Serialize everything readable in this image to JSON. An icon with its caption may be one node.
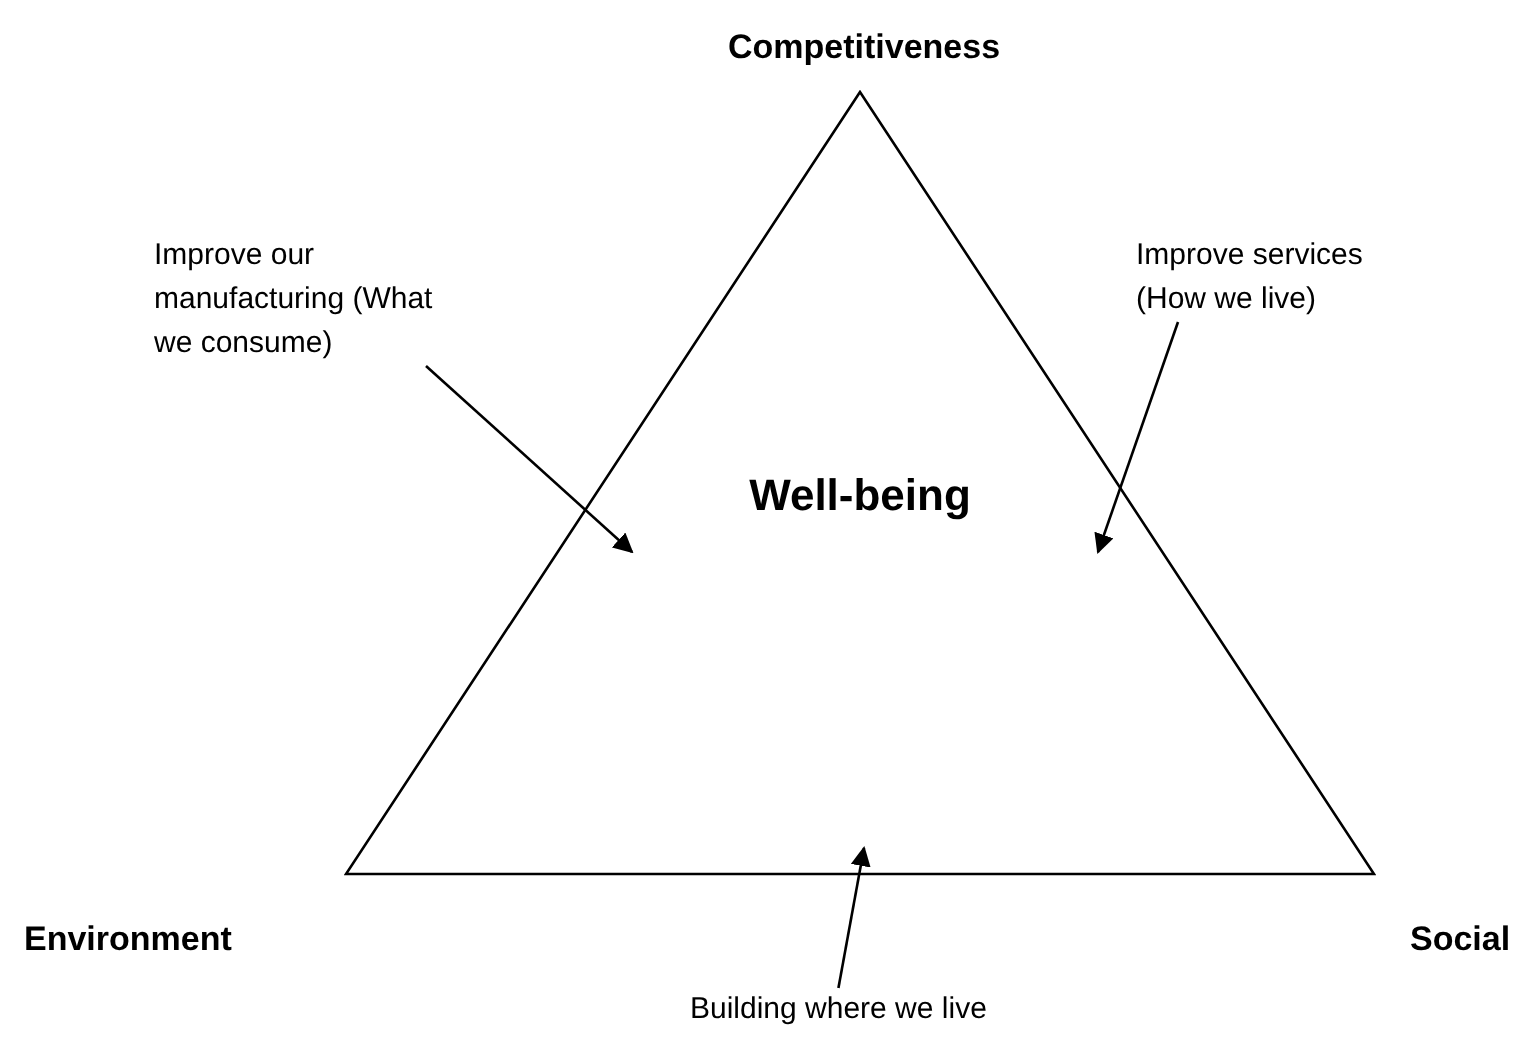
{
  "diagram": {
    "nodes": [
      {
        "text": [
          "Well-being"
        ]
      },
      {
        "text": [
          "Improve our manufacturing (What we consume)"
        ]
      },
      {
        "text": [
          "Improve services (How we live)"
        ]
      },
      {
        "text": [
          "Building where we live"
        ]
      }
    ],
    "edges": [
      {
        "from": 1,
        "to": 0,
        "arrow": "to"
      },
      {
        "from": 2,
        "to": 0,
        "arrow": "to"
      },
      {
        "from": 3,
        "to": 0,
        "arrow": "to"
      }
    ],
    "labels": [
      "Competitiveness",
      "Environment",
      "Social"
    ]
  }
}
